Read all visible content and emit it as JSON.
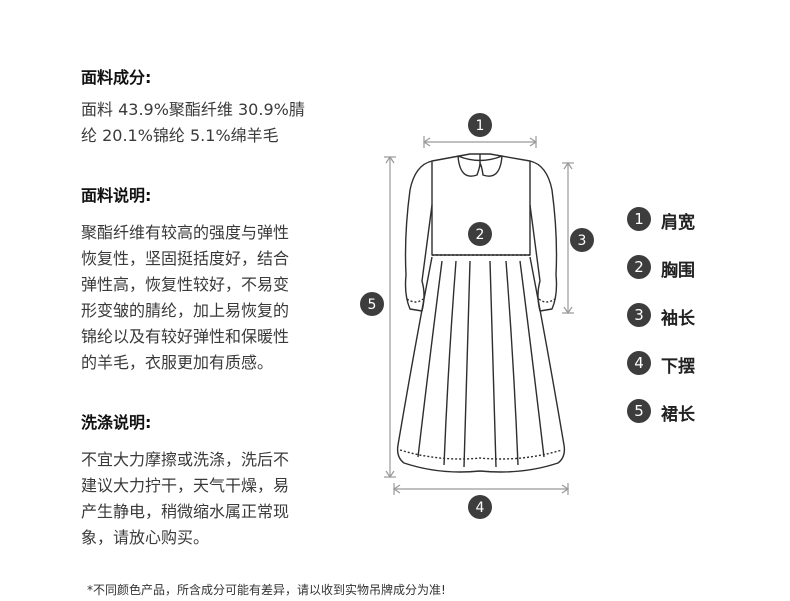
{
  "fabric": {
    "heading": "面料成分:",
    "lines": [
      "面料 43.9%聚酯纤维 30.9%腈",
      "纶 20.1%锦纶 5.1%绵羊毛"
    ]
  },
  "fabric_desc": {
    "heading": "面料说明:",
    "lines": [
      "聚酯纤维有较高的强度与弹性",
      "恢复性，坚固挺括度好，结合",
      "弹性高，恢复性较好，不易变",
      "形变皱的腈纶，加上易恢复的",
      "锦纶以及有较好弹性和保暖性",
      "的羊毛，衣服更加有质感。"
    ]
  },
  "washing": {
    "heading": "洗涤说明:",
    "lines": [
      "不宜大力摩擦或洗涤，洗后不",
      "建议大力拧干，天气干燥，易",
      "产生静电，稍微缩水属正常现",
      "象，请放心购买。"
    ]
  },
  "diagram": {
    "markers": [
      "1",
      "2",
      "3",
      "4",
      "5"
    ]
  },
  "legend": [
    {
      "num": "1",
      "label": "肩宽"
    },
    {
      "num": "2",
      "label": "胸围"
    },
    {
      "num": "3",
      "label": "袖长"
    },
    {
      "num": "4",
      "label": "下摆"
    },
    {
      "num": "5",
      "label": "裙长"
    }
  ],
  "footnote": "*不同颜色产品，所含成分可能有差异，请以收到实物吊牌成分为准!"
}
